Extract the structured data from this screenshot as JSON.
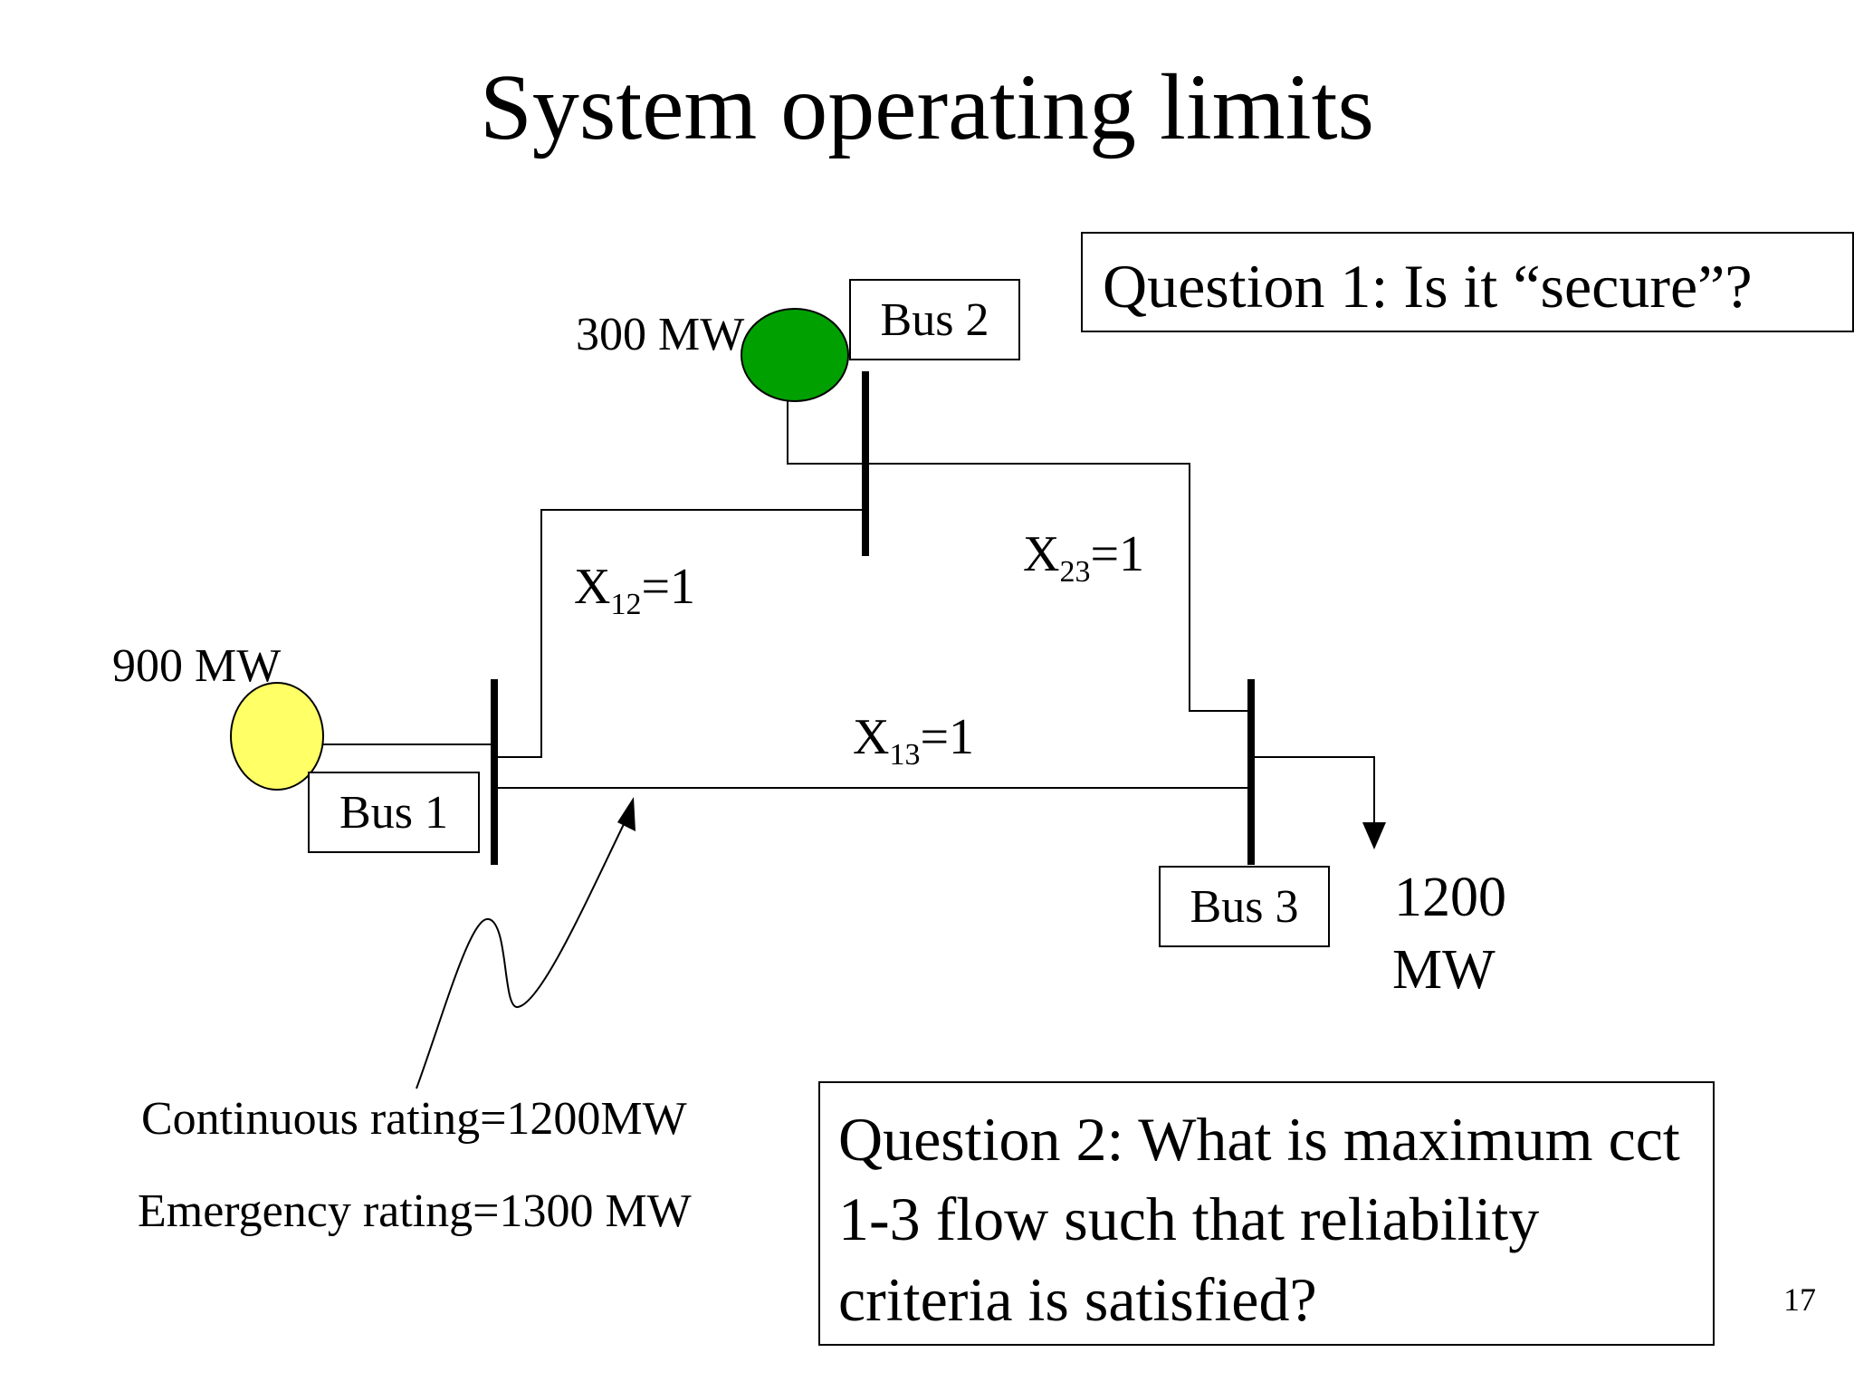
{
  "slide": {
    "title": "System operating limits",
    "page_number": "17"
  },
  "diagram": {
    "buses": [
      {
        "label": "Bus 1"
      },
      {
        "label": "Bus 2"
      },
      {
        "label": "Bus 3"
      }
    ],
    "generators": [
      {
        "label": "300 MW",
        "color": "#00a000"
      },
      {
        "label": "900 MW",
        "color": "#ffff66"
      }
    ],
    "load": {
      "line1": "1200",
      "line2": "MW"
    },
    "lines": [
      {
        "symbol": "X",
        "sub": "12",
        "value": "=1"
      },
      {
        "symbol": "X",
        "sub": "23",
        "value": "=1"
      },
      {
        "symbol": "X",
        "sub": "13",
        "value": "=1"
      }
    ],
    "ratings": {
      "continuous": "Continuous rating=1200MW",
      "emergency": "Emergency rating=1300 MW"
    }
  },
  "questions": {
    "q1": "Question 1: Is it “secure”?",
    "q2": "Question 2: What is maximum cct 1-3 flow such that reliability criteria is satisfied?"
  }
}
